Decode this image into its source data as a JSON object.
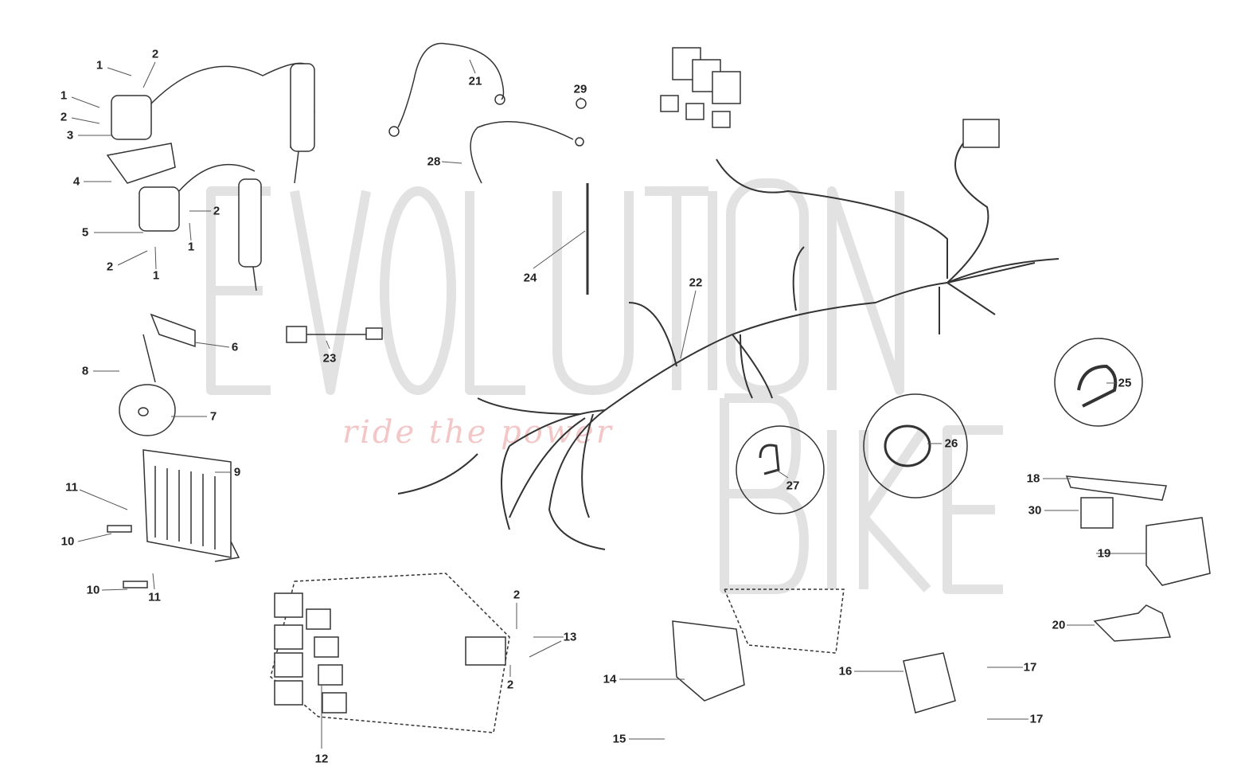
{
  "watermark": {
    "line1": "EVOLUTI0N",
    "line2": "BIKE",
    "tagline": "ride the power",
    "tagline_color": "#f3c7c7"
  },
  "callouts": [
    {
      "label": "1"
    },
    {
      "label": "2"
    },
    {
      "label": "1"
    },
    {
      "label": "2"
    },
    {
      "label": "3"
    },
    {
      "label": "4"
    },
    {
      "label": "2"
    },
    {
      "label": "5"
    },
    {
      "label": "1"
    },
    {
      "label": "2"
    },
    {
      "label": "1"
    },
    {
      "label": "6"
    },
    {
      "label": "8"
    },
    {
      "label": "7"
    },
    {
      "label": "9"
    },
    {
      "label": "11"
    },
    {
      "label": "10"
    },
    {
      "label": "10"
    },
    {
      "label": "11"
    },
    {
      "label": "12"
    },
    {
      "label": "2"
    },
    {
      "label": "13"
    },
    {
      "label": "2"
    },
    {
      "label": "14"
    },
    {
      "label": "15"
    },
    {
      "label": "16"
    },
    {
      "label": "17"
    },
    {
      "label": "17"
    },
    {
      "label": "20"
    },
    {
      "label": "19"
    },
    {
      "label": "30"
    },
    {
      "label": "18"
    },
    {
      "label": "25"
    },
    {
      "label": "26"
    },
    {
      "label": "27"
    },
    {
      "label": "22"
    },
    {
      "label": "23"
    },
    {
      "label": "24"
    },
    {
      "label": "21"
    },
    {
      "label": "28"
    },
    {
      "label": "29"
    }
  ]
}
